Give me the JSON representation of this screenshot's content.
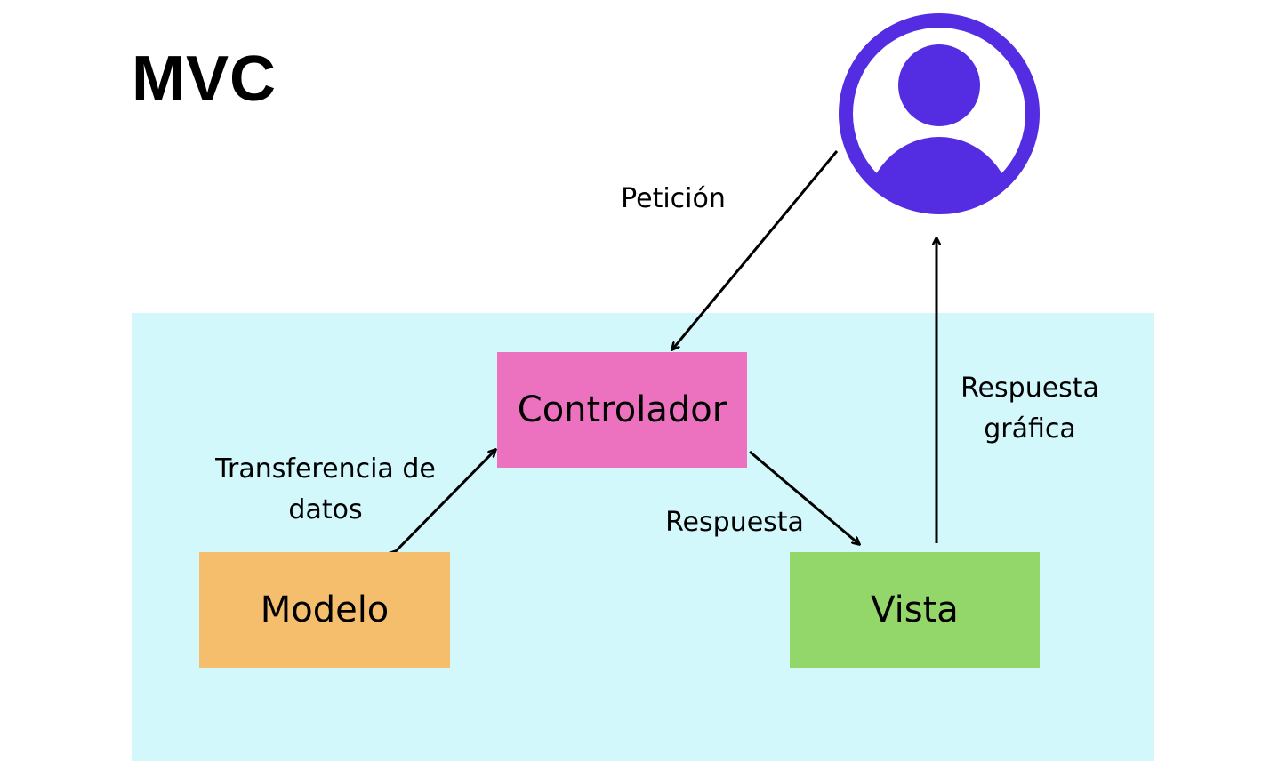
{
  "title": "MVC",
  "colors": {
    "panel": "#D2F8FC",
    "controller": "#EC72C0",
    "model": "#F5BE6C",
    "view": "#93D66A",
    "user_icon": "#542CE1",
    "arrow": "#000000"
  },
  "nodes": {
    "controller": "Controlador",
    "model": "Modelo",
    "view": "Vista",
    "user": {
      "icon": "user-avatar-icon"
    }
  },
  "edges": {
    "request": "Petición",
    "data_transfer": "Transferencia de\ndatos",
    "response": "Respuesta",
    "graphic_response": "Respuesta\ngráfica"
  }
}
